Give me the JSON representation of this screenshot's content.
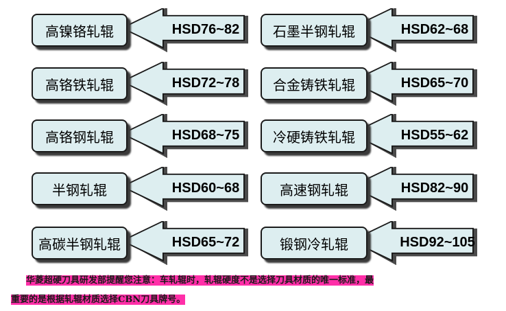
{
  "items": [
    {
      "material": "高镍铬轧辊",
      "hardness": "HSD76~82"
    },
    {
      "material": "石墨半钢轧辊",
      "hardness": "HSD62~68"
    },
    {
      "material": "高铬铁轧辊",
      "hardness": "HSD72~78"
    },
    {
      "material": "合金铸铁轧辊",
      "hardness": "HSD65~70"
    },
    {
      "material": "高铬钢轧辊",
      "hardness": "HSD68~75"
    },
    {
      "material": "冷硬铸铁轧辊",
      "hardness": "HSD55~62"
    },
    {
      "material": "半钢轧辊",
      "hardness": "HSD60~68"
    },
    {
      "material": "高速钢轧辊",
      "hardness": "HSD82~90"
    },
    {
      "material": "高碳半钢轧辊",
      "hardness": "HSD65~72"
    },
    {
      "material": "锻钢冷轧辊",
      "hardness": "HSD92~105"
    }
  ],
  "note": {
    "line1": "华菱超硬刀具研发部提醒您注意：车轧辊时，轧辊硬度不是选择刀具材质的唯一标准，最",
    "line2": "重要的是根据轧辊材质选择CBN刀具牌号。"
  },
  "colors": {
    "box_fill": "#ddeef0",
    "outline": "#1a1a1a",
    "highlight": "#ff2fa8"
  }
}
